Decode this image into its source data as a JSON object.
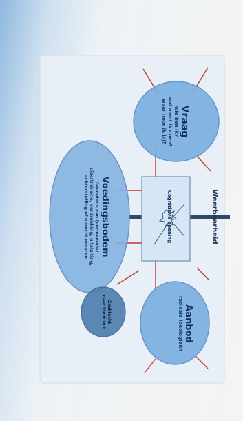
{
  "diagram": {
    "colors": {
      "circle_fill": "#7aaee0",
      "circle_stroke": "#5a8cc4",
      "connector": "#c0392b",
      "axis": "#2e4a66",
      "title": "#12315e",
      "body": "#1c3e75"
    },
    "axis_label": "Weerbaarheid",
    "center_label": "Cognitieve opening",
    "nodes": {
      "vraag": {
        "title": "Vraag",
        "lines": [
          "wie ben ik?",
          "wat moet ik doen?",
          "waar hoor ik bij?"
        ]
      },
      "voedingsbodem": {
        "title": "Voedingsbodem",
        "lines": [
          "Gevoelens van (vermeende)",
          "discriminatie, verdrukking, uitsluiting,",
          "achterstelling of onrecht ervaren"
        ]
      },
      "aanbod": {
        "title": "Aanbod",
        "lines": [
          "radicale ideologieën"
        ]
      },
      "small": {
        "lines": [
          "Zoektocht",
          "naar identiteit"
        ]
      }
    }
  }
}
